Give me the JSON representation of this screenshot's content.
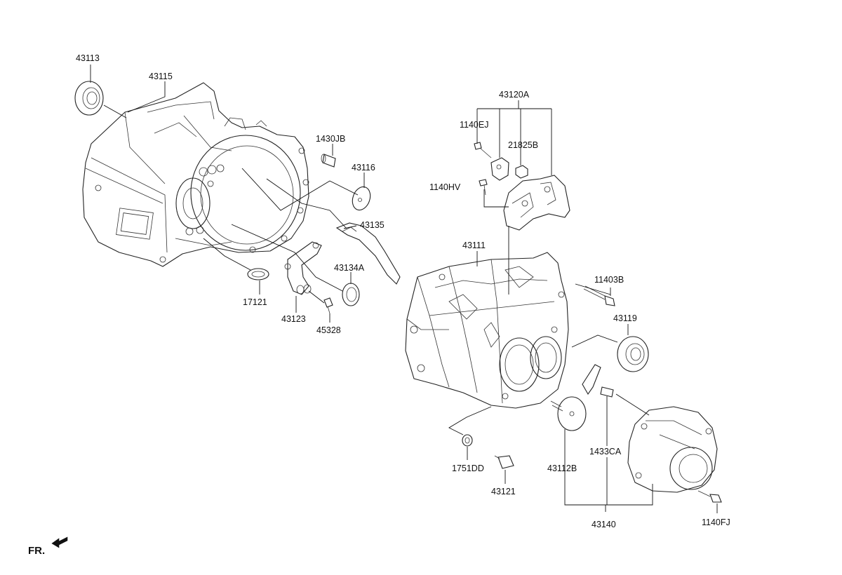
{
  "labels": {
    "p43113": "43113",
    "p43115": "43115",
    "p1430JB": "1430JB",
    "p43116": "43116",
    "p43135": "43135",
    "p43134A": "43134A",
    "p17121": "17121",
    "p43123": "43123",
    "p45328": "45328",
    "p43120A": "43120A",
    "p1140EJ": "1140EJ",
    "p21825B": "21825B",
    "p1140HV": "1140HV",
    "p43111": "43111",
    "p11403B": "11403B",
    "p43119": "43119",
    "p1751DD": "1751DD",
    "p43121": "43121",
    "p43112B": "43112B",
    "p1433CA": "1433CA",
    "p43140": "43140",
    "p1140FJ": "1140FJ"
  },
  "direction": {
    "label": "FR."
  }
}
